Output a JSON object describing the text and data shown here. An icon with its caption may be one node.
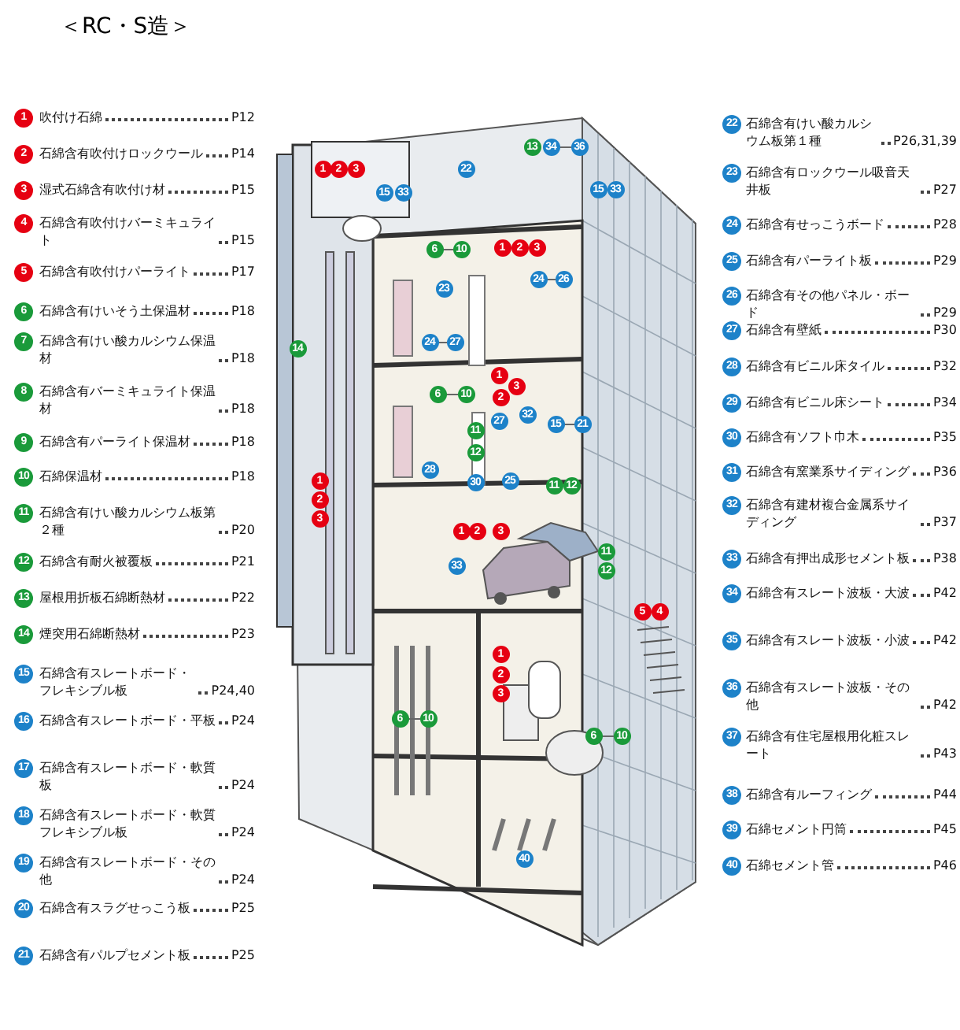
{
  "diagram": {
    "title": "＜RC・S造＞",
    "labels": [
      "1",
      "吹付け石綿",
      "P12",
      "2",
      "石綿含有吹付けロックウール",
      "P14",
      "3",
      "湿式石綿含有吹付け材",
      "P15",
      "4",
      "石綿含有吹付けバーミキュライト",
      "P15",
      "5",
      "石綿含有吹付けパーライト",
      "P17",
      "6",
      "石綿含有けいそう土保温材",
      "P18",
      "7",
      "石綿含有けい酸カルシウム保温材",
      "P18",
      "8",
      "石綿含有バーミキュライト保温材",
      "P18",
      "9",
      "石綿含有パーライト保温材",
      "P18",
      "10",
      "石綿保温材",
      "P18",
      "11",
      "石綿含有けい酸カルシウム板第２種",
      "P20",
      "12",
      "石綿含有耐火被覆板",
      "P21",
      "13",
      "屋根用折板石綿断熱材",
      "P22",
      "14",
      "煙突用石綿断熱材",
      "P23",
      "15",
      "石綿含有スレートボード・フレキシブル板",
      "P24,40",
      "16",
      "石綿含有スレートボード・平板",
      "P24",
      "17",
      "石綿含有スレートボード・軟質板",
      "P24",
      "18",
      "石綿含有スレートボード・軟質フレキシブル板",
      "P24",
      "19",
      "石綿含有スレートボード・その他",
      "P24",
      "20",
      "石綿含有スラグせっこう板",
      "P25",
      "21",
      "石綿含有パルプセメント板",
      "P25",
      "22",
      "石綿含有けい酸カルシウム板第１種",
      "P26,31,39",
      "23",
      "石綿含有ロックウール吸音天井板",
      "P27",
      "24",
      "石綿含有せっこうボード",
      "P28",
      "25",
      "石綿含有パーライト板",
      "P29",
      "26",
      "石綿含有その他パネル・ボード",
      "P29",
      "27",
      "石綿含有壁紙",
      "P30",
      "28",
      "石綿含有ビニル床タイル",
      "P32",
      "29",
      "石綿含有ビニル床シート",
      "P34",
      "30",
      "石綿含有ソフト巾木",
      "P35",
      "31",
      "石綿含有窯業系サイディング",
      "P36",
      "32",
      "石綿含有建材複合金属系サイディング",
      "P37",
      "33",
      "石綿含有押出成形セメント板",
      "P38",
      "34",
      "石綿含有スレート波板・大波",
      "P42",
      "35",
      "石綿含有スレート波板・小波",
      "P42",
      "36",
      "石綿含有スレート波板・その他",
      "P42",
      "37",
      "石綿含有住宅屋根用化粧スレート",
      "P43",
      "38",
      "石綿含有ルーフィング",
      "P44",
      "39",
      "石綿セメント円筒",
      "P45",
      "40",
      "石綿セメント管",
      "P46",
      "1",
      "2",
      "3",
      "22",
      "13",
      "34",
      "36",
      "15",
      "33",
      "15",
      "33",
      "6",
      "10",
      "1",
      "2",
      "3",
      "23",
      "24",
      "26",
      "24",
      "27",
      "14",
      "6",
      "10",
      "1",
      "3",
      "2",
      "27",
      "32",
      "15",
      "21",
      "11",
      "12",
      "28",
      "30",
      "25",
      "11",
      "12",
      "1",
      "2",
      "3",
      "1",
      "2",
      "3",
      "33",
      "11",
      "12",
      "5",
      "4",
      "1",
      "2",
      "3",
      "6",
      "10",
      "6",
      "10",
      "40"
    ]
  }
}
